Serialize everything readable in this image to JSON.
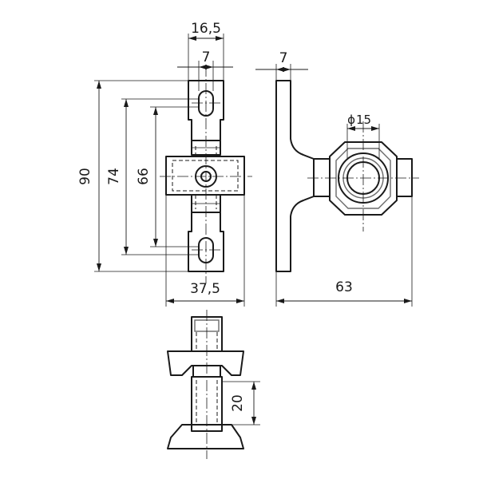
{
  "dimensions": {
    "width_top": "16,5",
    "slot_width": "7",
    "plate_thickness": "7",
    "overall_height": "90",
    "slot_outer": "74",
    "slot_inner": "66",
    "base_width": "37,5",
    "depth": "63",
    "bore_diameter": "15",
    "diameter_symbol": "ϕ",
    "shank_height": "20"
  }
}
